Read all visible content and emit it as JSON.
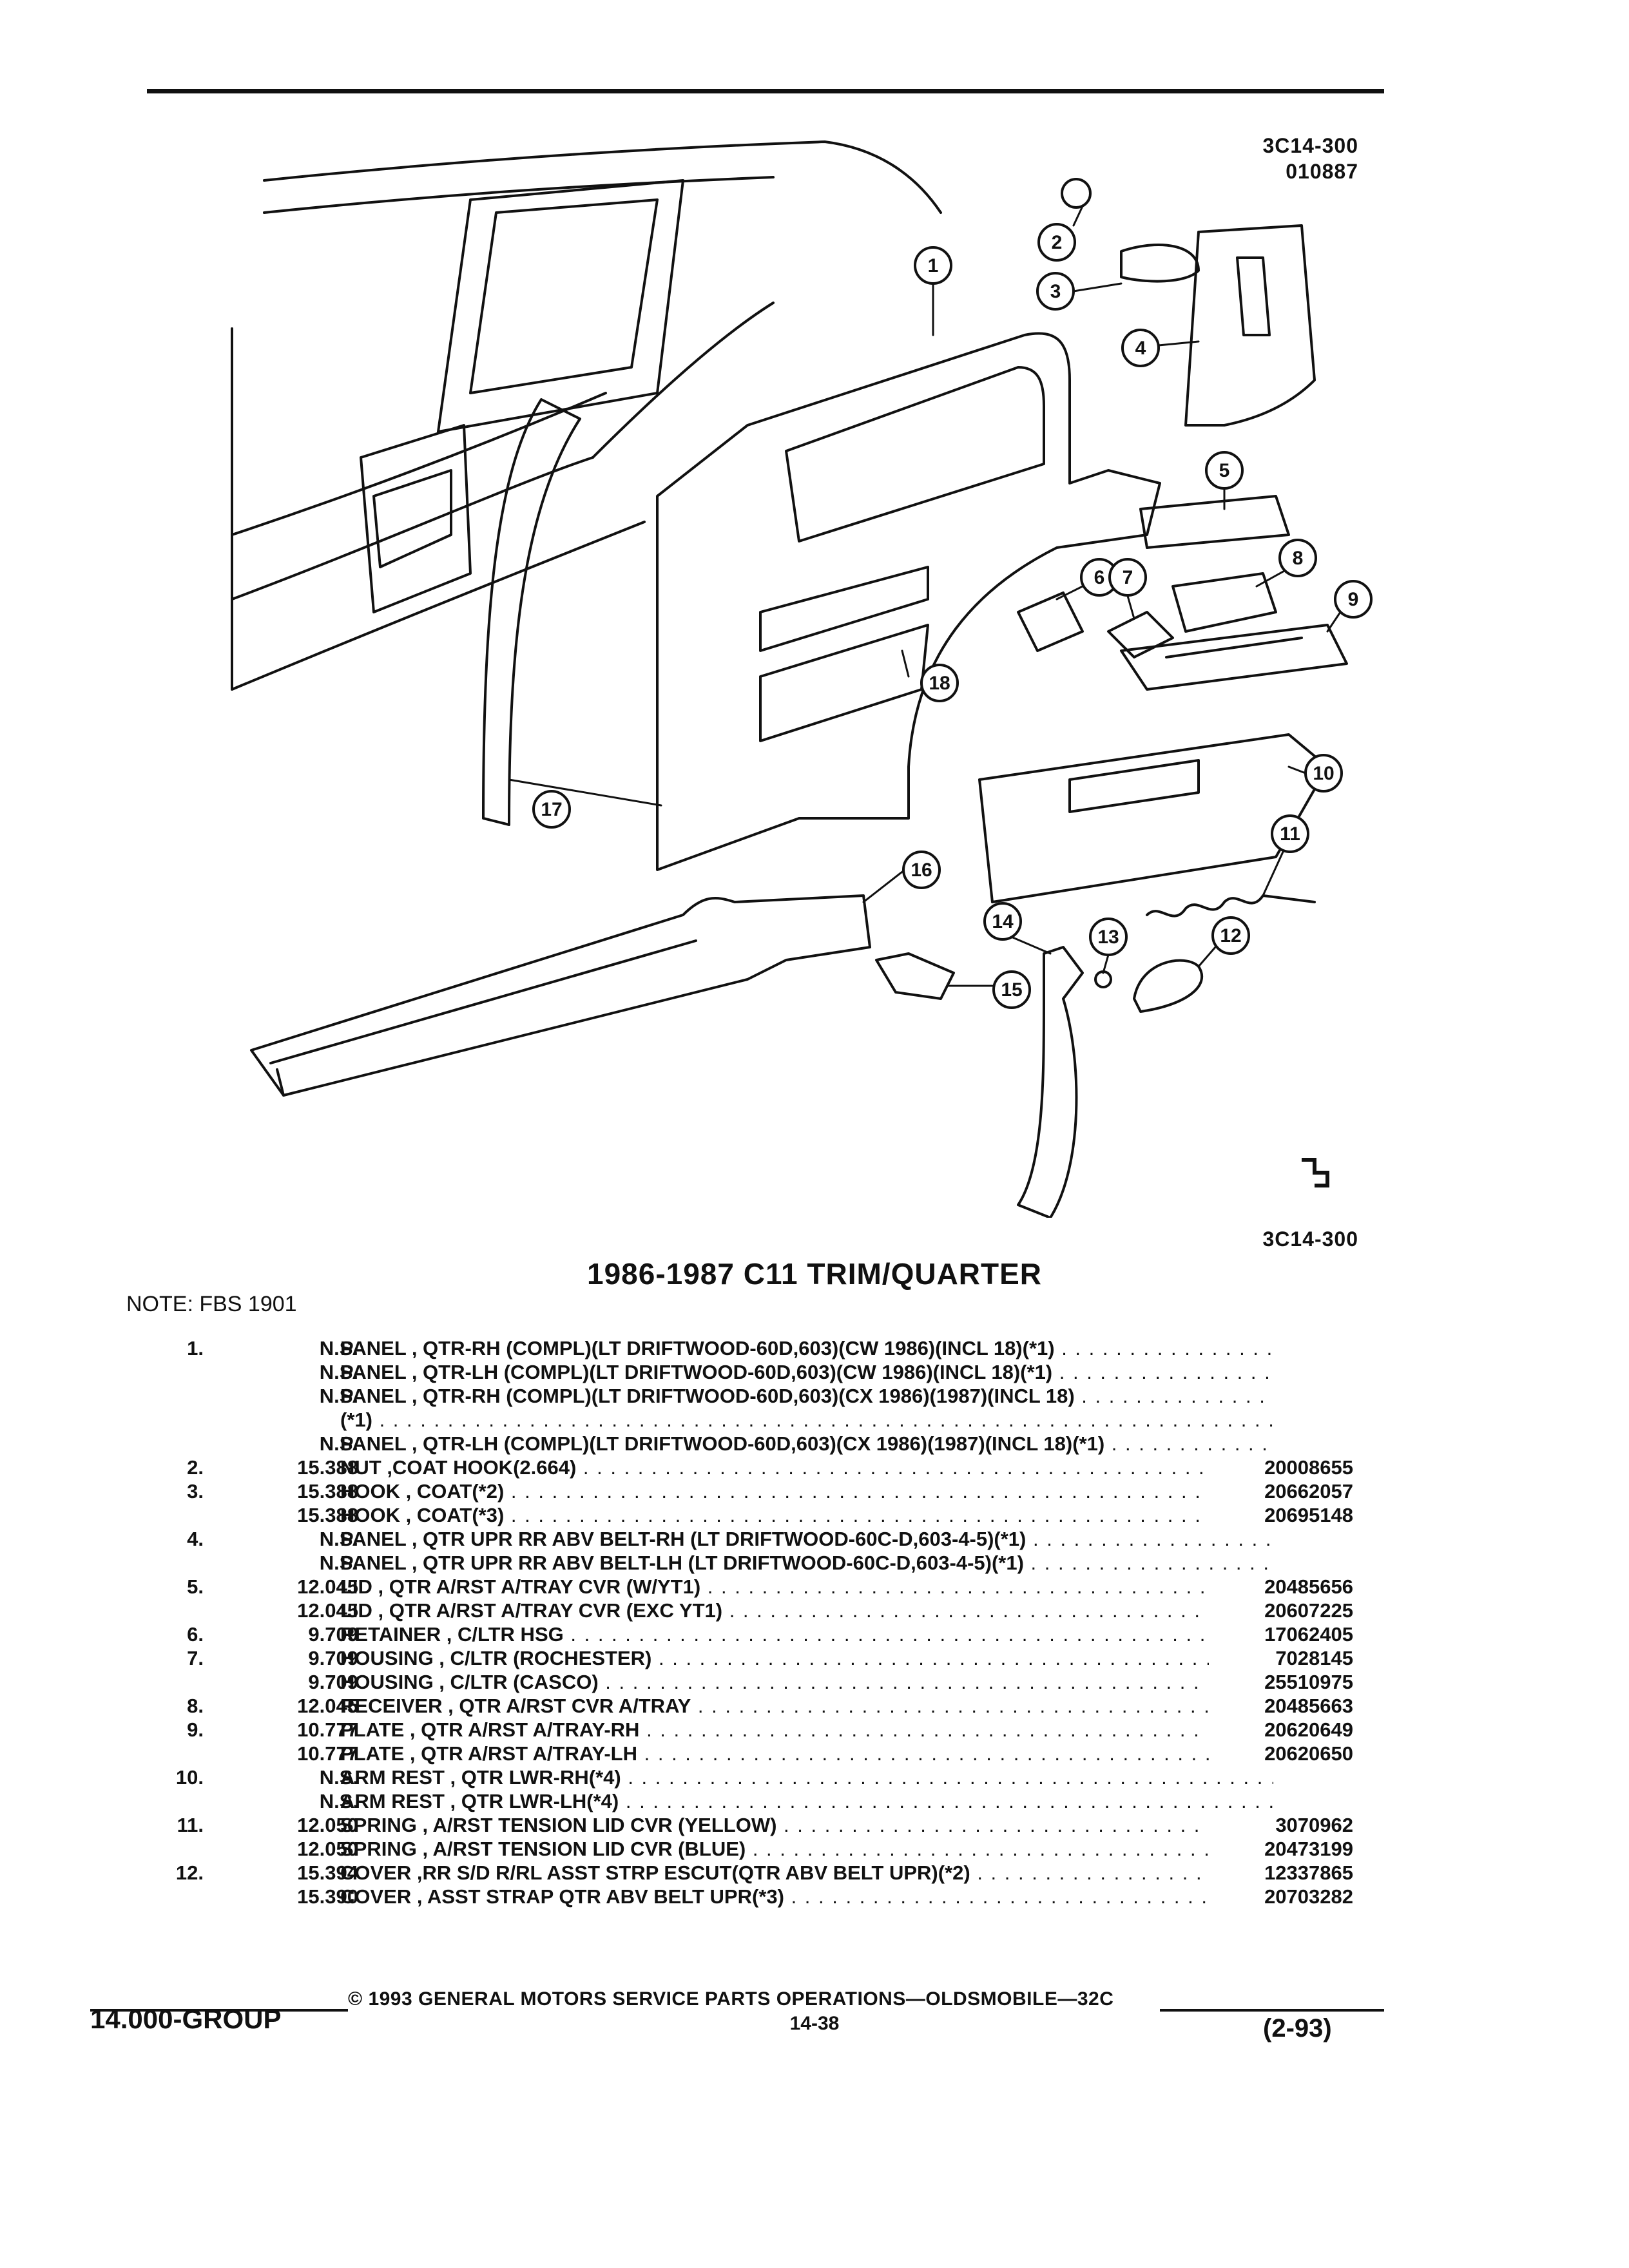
{
  "header": {
    "ref_code_top": "3C14-300",
    "ref_date": "010887",
    "ref_code_bottom": "3C14-300"
  },
  "diagram": {
    "callouts": [
      "1",
      "2",
      "3",
      "4",
      "5",
      "6",
      "7",
      "8",
      "9",
      "10",
      "11",
      "12",
      "13",
      "14",
      "15",
      "16",
      "17",
      "18"
    ]
  },
  "title": "1986-1987 C11 TRIM/QUARTER",
  "note": "NOTE:  FBS 1901",
  "parts": [
    {
      "index": "1.",
      "group": "N.S.",
      "desc": "PANEL , QTR-RH (COMPL)(LT DRIFTWOOD-60D,603)(CW 1986)(INCL 18)(*1)",
      "pn": ""
    },
    {
      "index": "",
      "group": "N.S.",
      "desc": "PANEL , QTR-LH (COMPL)(LT DRIFTWOOD-60D,603)(CW 1986)(INCL 18)(*1)",
      "pn": ""
    },
    {
      "index": "",
      "group": "N.S.",
      "desc": "PANEL , QTR-RH (COMPL)(LT DRIFTWOOD-60D,603)(CX 1986)(1987)(INCL 18)",
      "pn": ""
    },
    {
      "index": "",
      "group": "",
      "desc": "(*1)",
      "pn": ""
    },
    {
      "index": "",
      "group": "N.S.",
      "desc": "PANEL , QTR-LH (COMPL)(LT DRIFTWOOD-60D,603)(CX 1986)(1987)(INCL 18)(*1)",
      "pn": ""
    },
    {
      "index": "2.",
      "group": "15.388",
      "desc": "NUT ,COAT HOOK(2.664)",
      "pn": "20008655"
    },
    {
      "index": "3.",
      "group": "15.388",
      "desc": "HOOK , COAT(*2)",
      "pn": "20662057"
    },
    {
      "index": "",
      "group": "15.388",
      "desc": "HOOK , COAT(*3)",
      "pn": "20695148"
    },
    {
      "index": "4.",
      "group": "N.S.",
      "desc": "PANEL , QTR UPR RR ABV BELT-RH (LT DRIFTWOOD-60C-D,603-4-5)(*1)",
      "pn": ""
    },
    {
      "index": "",
      "group": "N.S.",
      "desc": "PANEL , QTR UPR RR ABV BELT-LH (LT DRIFTWOOD-60C-D,603-4-5)(*1)",
      "pn": ""
    },
    {
      "index": "5.",
      "group": "12.045",
      "desc": "LID , QTR A/RST A/TRAY CVR (W/YT1)",
      "pn": "20485656"
    },
    {
      "index": "",
      "group": "12.045",
      "desc": "LID , QTR A/RST A/TRAY CVR (EXC YT1)",
      "pn": "20607225"
    },
    {
      "index": "6.",
      "group": "9.709",
      "desc": "RETAINER , C/LTR HSG",
      "pn": "17062405"
    },
    {
      "index": "7.",
      "group": "9.709",
      "desc": "HOUSING , C/LTR (ROCHESTER)",
      "pn": "7028145"
    },
    {
      "index": "",
      "group": "9.709",
      "desc": "HOUSING , C/LTR (CASCO)",
      "pn": "25510975"
    },
    {
      "index": "8.",
      "group": "12.045",
      "desc": "RECEIVER , QTR A/RST CVR A/TRAY",
      "pn": "20485663"
    },
    {
      "index": "9.",
      "group": "10.777",
      "desc": "PLATE , QTR A/RST A/TRAY-RH",
      "pn": "20620649"
    },
    {
      "index": "",
      "group": "10.777",
      "desc": "PLATE , QTR A/RST A/TRAY-LH",
      "pn": "20620650"
    },
    {
      "index": "10.",
      "group": "N.S.",
      "desc": "ARM REST , QTR LWR-RH(*4)",
      "pn": ""
    },
    {
      "index": "",
      "group": "N.S.",
      "desc": "ARM REST , QTR LWR-LH(*4)",
      "pn": ""
    },
    {
      "index": "11.",
      "group": "12.050",
      "desc": "SPRING , A/RST TENSION LID CVR (YELLOW)",
      "pn": "3070962"
    },
    {
      "index": "",
      "group": "12.050",
      "desc": "SPRING , A/RST TENSION LID CVR (BLUE)",
      "pn": "20473199"
    },
    {
      "index": "12.",
      "group": "15.394",
      "desc": "COVER ,RR S/D R/RL ASST STRP ESCUT(QTR ABV BELT UPR)(*2)",
      "pn": "12337865"
    },
    {
      "index": "",
      "group": "15.390",
      "desc": "COVER , ASST STRAP QTR ABV BELT UPR(*3)",
      "pn": "20703282"
    }
  ],
  "footer": {
    "copyright": "© 1993  GENERAL MOTORS SERVICE PARTS OPERATIONS—OLDSMOBILE—32C",
    "group": "14.000-GROUP",
    "page": "14-38",
    "date": "(2-93)"
  }
}
